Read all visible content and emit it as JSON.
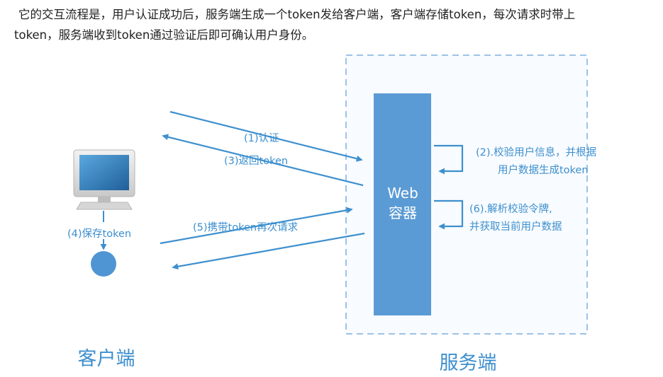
{
  "intro": {
    "line1": "它的交互流程是，用户认证成功后，服务端生成一个token发给客户端，客户端存储token，每次请求时带上",
    "line2": "token，服务端收到token通过验证后即可确认用户身份。"
  },
  "diagram": {
    "client_label": "客户端",
    "server_label": "服务端",
    "container_line1": "Web",
    "container_line2": "容器",
    "step1": "(1)认证",
    "step3": "(3)返回token",
    "step4": "(4)保存token",
    "step5": "(5)携带token再次请求",
    "step2_line1": "(2).校验用户信息，并根据",
    "step2_line2": "用户数据生成token",
    "step6_line1": "(6).解析校验令牌,",
    "step6_line2": "并获取当前用户数据",
    "colors": {
      "accent": "#3d8fce",
      "box": "#5b9bd5",
      "dashed": "#9ec3e6"
    }
  }
}
